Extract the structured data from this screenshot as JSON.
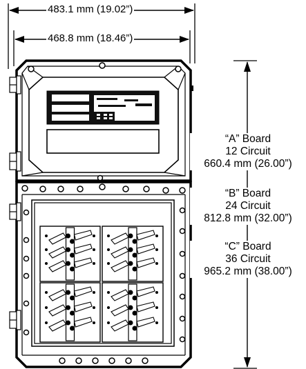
{
  "dimensions": {
    "outer_width": "483.1 mm (19.02”)",
    "inner_width": "468.8 mm (18.46”)"
  },
  "boards": [
    {
      "name": "“A” Board",
      "circuits": "12 Circuit",
      "height": "660.4 mm (26.00”)"
    },
    {
      "name": "“B” Board",
      "circuits": "24 Circuit",
      "height": "812.8 mm (32.00”)"
    },
    {
      "name": "“C” Board",
      "circuits": "36 Circuit",
      "height": "965.2 mm (38.00”)"
    }
  ],
  "colors": {
    "line": "#000000",
    "background": "#ffffff"
  }
}
